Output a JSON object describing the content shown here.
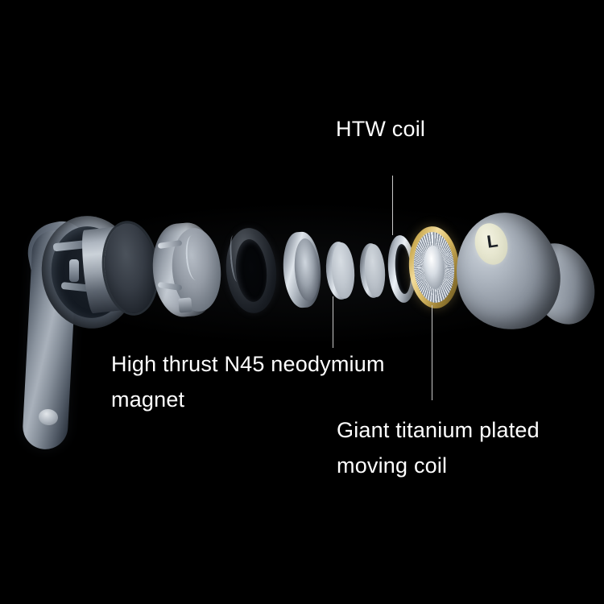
{
  "scene": {
    "background_color": "#000000",
    "subject": "exploded view of a wireless earbud",
    "accent_color": "#d7b964",
    "text_color": "#ffffff",
    "leader_line_color": "#c9c9c9"
  },
  "annotations": [
    {
      "id": "htw-coil",
      "text": "HTW coil",
      "lines": [
        "HTW coil"
      ]
    },
    {
      "id": "neodymium-magnet",
      "text": "High thrust N45 neodymium magnet",
      "lines": [
        "High thrust N45 neodymium",
        "magnet"
      ]
    },
    {
      "id": "moving-coil",
      "text": "Giant titanium plated moving coil",
      "lines": [
        "Giant titanium plated",
        "moving coil"
      ]
    }
  ],
  "labels": {
    "htw_coil": "HTW coil",
    "magnet_line1": "High thrust N45 neodymium",
    "magnet_line2": "magnet",
    "coil_line1": "Giant titanium plated",
    "coil_line2": "moving coil"
  },
  "earbud": {
    "channel_mark": "L",
    "shell_color": "#8a929d",
    "mesh_color": "#e6e6cf",
    "eartip_color": "#6a727c"
  },
  "components": [
    {
      "name": "stem",
      "material": "glossy blue-grey plastic"
    },
    {
      "name": "housing-ring",
      "material": "machined metal socket"
    },
    {
      "name": "magnet-cylinder",
      "material": "dark knurled magnet"
    },
    {
      "name": "cage-frame",
      "material": "polished chrome frame"
    },
    {
      "name": "gasket-ring",
      "material": "black rubber gasket"
    },
    {
      "name": "chrome-cup",
      "material": "polished chrome cup"
    },
    {
      "name": "disc-magnet-1",
      "material": "neodymium disc"
    },
    {
      "name": "disc-magnet-2",
      "material": "neodymium disc"
    },
    {
      "name": "spacer-ring",
      "material": "chrome spacer ring"
    },
    {
      "name": "driver-unit",
      "material": "titanium plated moving coil with gold rim"
    },
    {
      "name": "earbud-shell",
      "material": "grey-blue housing"
    },
    {
      "name": "ear-tip",
      "material": "silicone ear tip"
    }
  ]
}
